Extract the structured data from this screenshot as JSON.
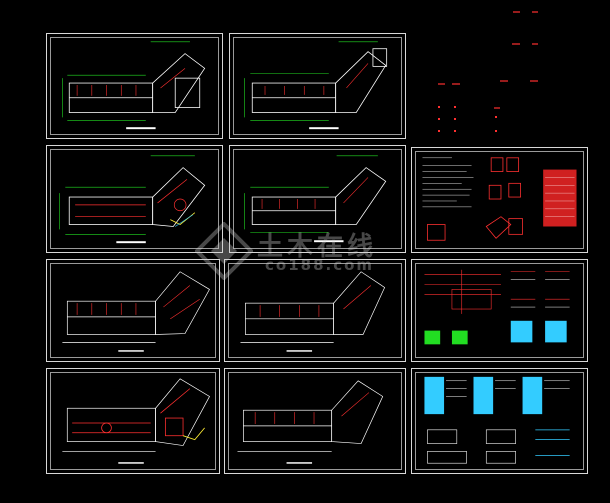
{
  "watermark": {
    "title": "土木在线",
    "domain": "co188.com",
    "icon": "diamond-logo-icon"
  },
  "sheets": [
    {
      "id": "plan-1",
      "caption": ""
    },
    {
      "id": "plan-2",
      "caption": ""
    },
    {
      "id": "plan-3",
      "caption": ""
    },
    {
      "id": "plan-4",
      "caption": ""
    },
    {
      "id": "plan-5",
      "caption": ""
    },
    {
      "id": "plan-6",
      "caption": ""
    },
    {
      "id": "plan-7",
      "caption": ""
    },
    {
      "id": "plan-8",
      "caption": ""
    },
    {
      "id": "notes",
      "caption": ""
    },
    {
      "id": "detail-1",
      "caption": ""
    },
    {
      "id": "detail-2",
      "caption": ""
    }
  ],
  "colors": {
    "frame": "#d8d8d8",
    "wall": "#ffffff",
    "dimension": "#22dd22",
    "electric": "#ff3030",
    "cyan": "#33ccff",
    "yellow": "#ffee33",
    "magenta": "#ff44ff"
  }
}
